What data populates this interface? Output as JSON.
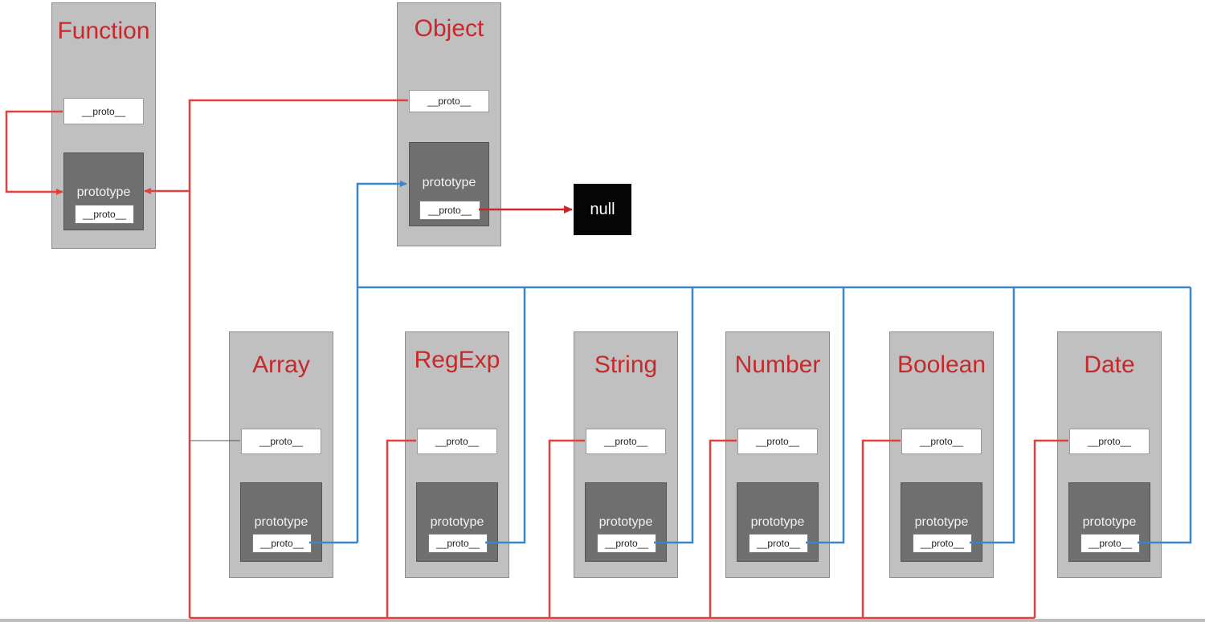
{
  "constructors": [
    {
      "id": "function",
      "title": "Function",
      "proto_label": "__proto__",
      "prototype_label": "prototype",
      "prototype_proto_label": "__proto__"
    },
    {
      "id": "object",
      "title": "Object",
      "proto_label": "__proto__",
      "prototype_label": "prototype",
      "prototype_proto_label": "__proto__"
    },
    {
      "id": "array",
      "title": "Array",
      "proto_label": "__proto__",
      "prototype_label": "prototype",
      "prototype_proto_label": "__proto__"
    },
    {
      "id": "regexp",
      "title": "RegExp",
      "proto_label": "__proto__",
      "prototype_label": "prototype",
      "prototype_proto_label": "__proto__"
    },
    {
      "id": "string",
      "title": "String",
      "proto_label": "__proto__",
      "prototype_label": "prototype",
      "prototype_proto_label": "__proto__"
    },
    {
      "id": "number",
      "title": "Number",
      "proto_label": "__proto__",
      "prototype_label": "prototype",
      "prototype_proto_label": "__proto__"
    },
    {
      "id": "boolean",
      "title": "Boolean",
      "proto_label": "__proto__",
      "prototype_label": "prototype",
      "prototype_proto_label": "__proto__"
    },
    {
      "id": "date",
      "title": "Date",
      "proto_label": "__proto__",
      "prototype_label": "prototype",
      "prototype_proto_label": "__proto__"
    }
  ],
  "null_label": "null",
  "colors": {
    "title": "#c8282b",
    "red_link": "#e0413a",
    "blue_link": "#3a86c8",
    "box_bg": "#c0c0c0",
    "prototype_bg": "#6f6f6f",
    "null_bg": "#050505"
  },
  "links": {
    "red": "__proto__ → Function.prototype",
    "blue": "prototype.__proto__ → Object.prototype",
    "object_prototype_to_null": "Object.prototype.__proto__ → null"
  }
}
